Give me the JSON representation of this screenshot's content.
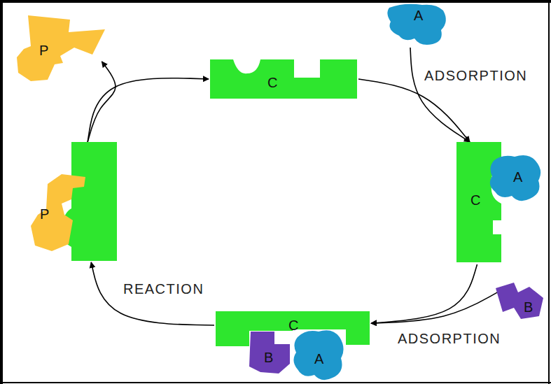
{
  "diagram": {
    "nodes": [
      {
        "text": [
          "P"
        ]
      },
      {
        "text": [
          "C"
        ]
      },
      {
        "text": [
          "A"
        ]
      },
      {
        "text": [
          "C"
        ]
      },
      {
        "text": [
          "A"
        ]
      },
      {
        "text": [
          "P"
        ]
      },
      {
        "text": [
          "B"
        ]
      },
      {
        "text": [
          "C"
        ]
      },
      {
        "text": [
          "B"
        ]
      },
      {
        "text": [
          "A"
        ]
      }
    ],
    "edges": [
      {
        "from": 1,
        "to": 3,
        "arrow": "to"
      },
      {
        "from": 2,
        "to": 3,
        "arrow": "to"
      },
      {
        "from": 3,
        "to": 7,
        "arrow": "to"
      },
      {
        "from": 6,
        "to": 7,
        "arrow": "to"
      },
      {
        "from": 7,
        "to": 5,
        "arrow": "to"
      },
      {
        "from": 5,
        "to": 1,
        "arrow": "to"
      },
      {
        "from": 5,
        "to": 0,
        "arrow": "to"
      }
    ],
    "labels": [
      "ADSORPTION",
      "ADSORPTION",
      "REACTION"
    ]
  }
}
